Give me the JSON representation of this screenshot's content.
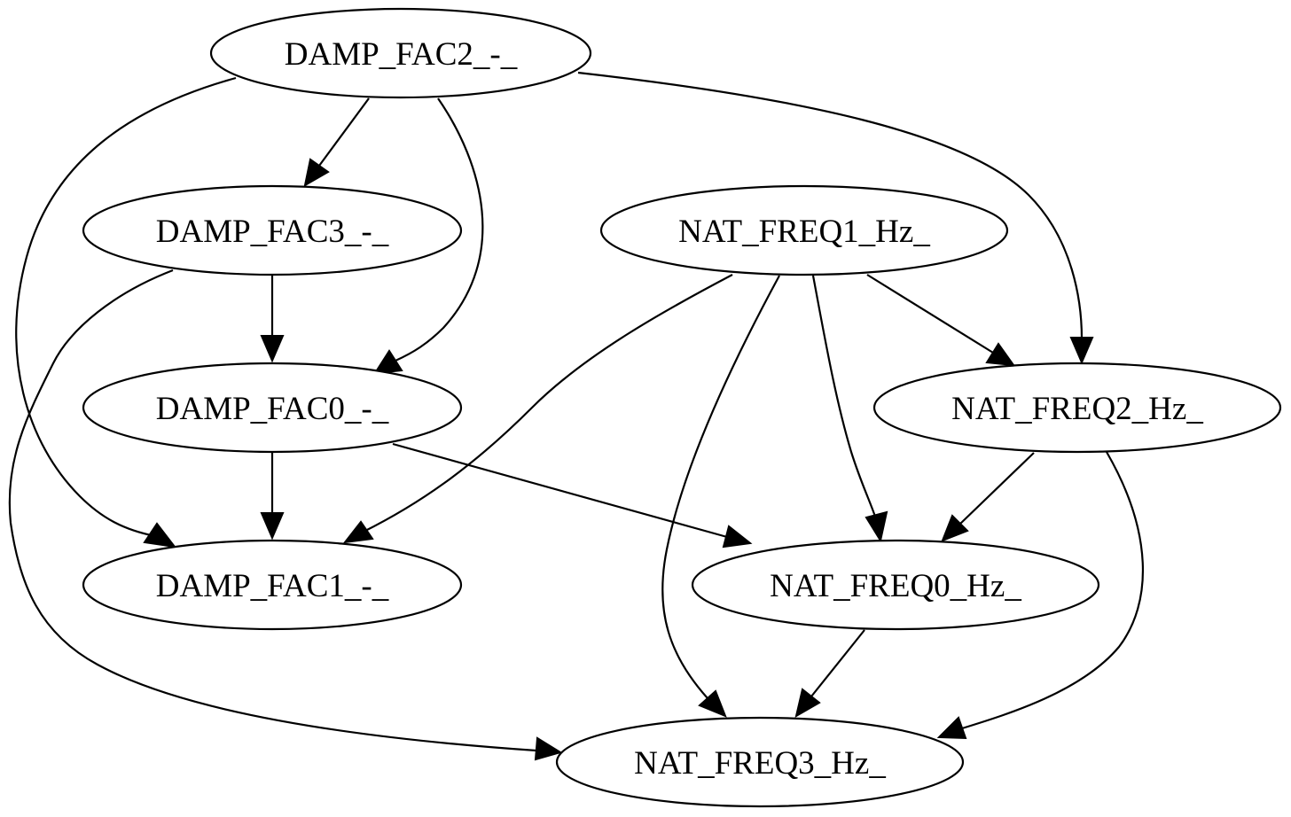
{
  "nodes": [
    {
      "id": "damp_fac2",
      "label": "DAMP_FAC2_-_"
    },
    {
      "id": "damp_fac3",
      "label": "DAMP_FAC3_-_"
    },
    {
      "id": "nat_freq1",
      "label": "NAT_FREQ1_Hz_"
    },
    {
      "id": "damp_fac0",
      "label": "DAMP_FAC0_-_"
    },
    {
      "id": "nat_freq2",
      "label": "NAT_FREQ2_Hz_"
    },
    {
      "id": "damp_fac1",
      "label": "DAMP_FAC1_-_"
    },
    {
      "id": "nat_freq0",
      "label": "NAT_FREQ0_Hz_"
    },
    {
      "id": "nat_freq3",
      "label": "NAT_FREQ3_Hz_"
    }
  ],
  "edges": [
    {
      "from": "damp_fac2",
      "to": "damp_fac3"
    },
    {
      "from": "damp_fac2",
      "to": "damp_fac0"
    },
    {
      "from": "damp_fac2",
      "to": "damp_fac1"
    },
    {
      "from": "damp_fac2",
      "to": "nat_freq2"
    },
    {
      "from": "damp_fac3",
      "to": "damp_fac0"
    },
    {
      "from": "damp_fac3",
      "to": "nat_freq3"
    },
    {
      "from": "damp_fac0",
      "to": "damp_fac1"
    },
    {
      "from": "damp_fac0",
      "to": "nat_freq0"
    },
    {
      "from": "nat_freq1",
      "to": "damp_fac1"
    },
    {
      "from": "nat_freq1",
      "to": "nat_freq2"
    },
    {
      "from": "nat_freq1",
      "to": "nat_freq0"
    },
    {
      "from": "nat_freq1",
      "to": "nat_freq3"
    },
    {
      "from": "nat_freq2",
      "to": "nat_freq0"
    },
    {
      "from": "nat_freq2",
      "to": "nat_freq3"
    },
    {
      "from": "nat_freq0",
      "to": "nat_freq3"
    }
  ]
}
